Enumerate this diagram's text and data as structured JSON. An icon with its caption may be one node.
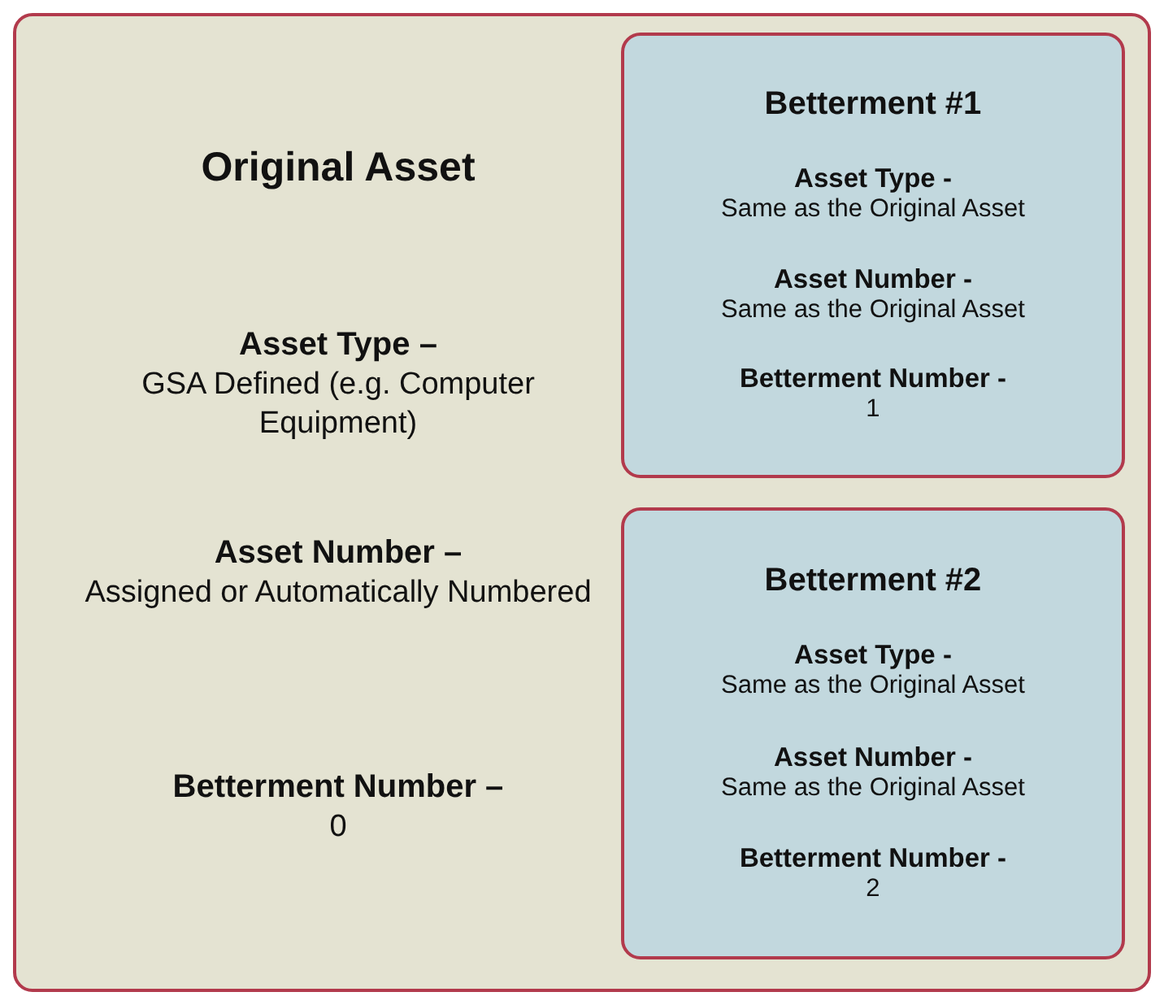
{
  "diagram": {
    "nodes": [
      {
        "text": [
          "Original Asset",
          "**Asset Type –** GSA Defined (e.g. Computer Equipment)",
          "**Asset Number –** Assigned or Automatically Numbered",
          "**Betterment Number –** 0"
        ]
      },
      {
        "text": [
          "Betterment #1",
          "**Asset Type -** Same as the Original Asset",
          "**Asset Number -** Same as the Original Asset",
          "**Betterment Number -** 1"
        ],
        "in": 0
      },
      {
        "text": [
          "Betterment #2",
          "**Asset Type -** Same as the Original Asset",
          "**Asset Number -** Same as the Original Asset",
          "**Betterment Number -** 2"
        ],
        "in": 0
      }
    ]
  }
}
